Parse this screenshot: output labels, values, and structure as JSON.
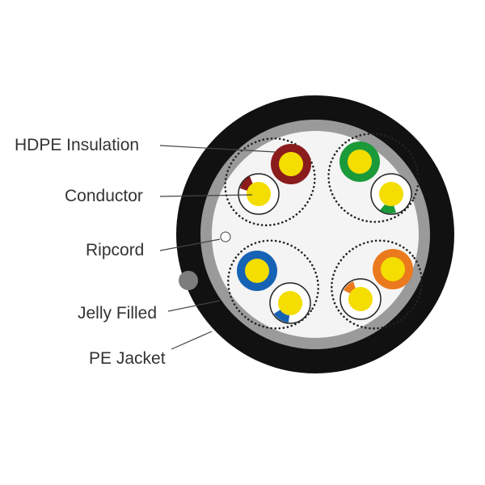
{
  "labels": {
    "hdpe_insulation": "HDPE Insulation",
    "conductor": "Conductor",
    "ripcord": "Ripcord",
    "jelly_filled": "Jelly Filled",
    "pe_jacket": "PE Jacket"
  },
  "colors": {
    "jacket": "#111111",
    "jelly_ring": "#9a9a9a",
    "core_fill": "#f4f4f4",
    "conductor": "#f4dd00",
    "brown": "#8a1c1c",
    "green": "#1b9a3a",
    "blue": "#1663b5",
    "orange": "#ea7a1d",
    "white": "#ffffff",
    "leader": "#444444"
  },
  "pairs": [
    {
      "name": "brown-pair",
      "color": "#8a1c1c"
    },
    {
      "name": "green-pair",
      "color": "#1b9a3a"
    },
    {
      "name": "blue-pair",
      "color": "#1663b5"
    },
    {
      "name": "orange-pair",
      "color": "#ea7a1d"
    }
  ]
}
